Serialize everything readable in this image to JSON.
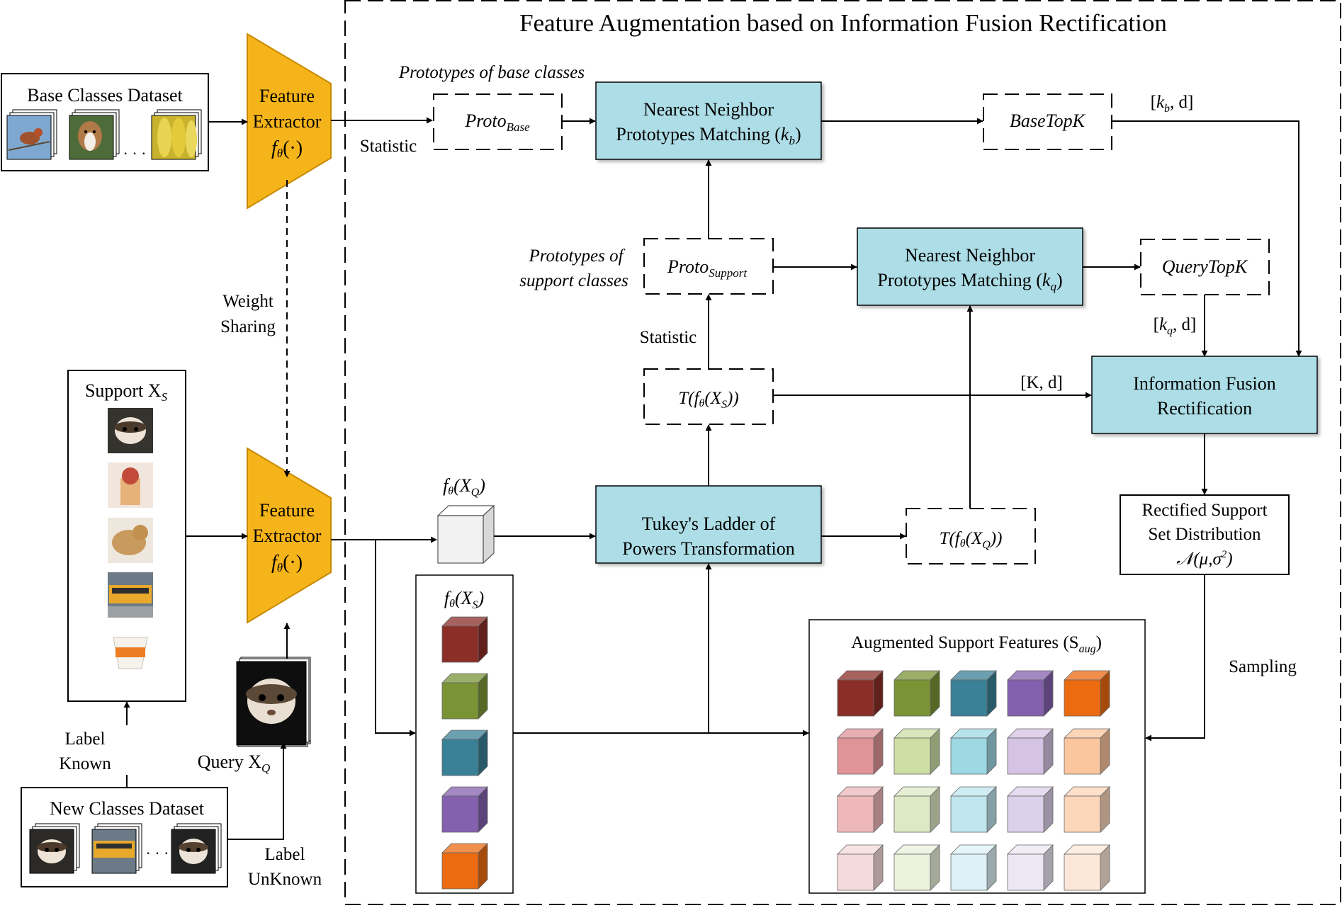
{
  "title": "Feature Augmentation based on Information Fusion Rectification",
  "base_dataset": {
    "label": "Base Classes Dataset",
    "ellipsis": "· · ·",
    "thumbnails": [
      "bird",
      "dog",
      "corn"
    ]
  },
  "extractor": {
    "line1": "Feature",
    "line2": "Extractor",
    "func": "f",
    "func_sub": "θ",
    "func_arg": "(·)"
  },
  "weight_sharing": [
    "Weight",
    "Sharing"
  ],
  "statistic": "Statistic",
  "prototypes_base_classes": "Prototypes of base classes",
  "prototypes_support_classes": [
    "Prototypes of",
    "support classes"
  ],
  "proto_base": {
    "main": "Proto",
    "sub": "Base"
  },
  "proto_support": {
    "main": "Proto",
    "sub": "Support"
  },
  "nn_base": {
    "line1": "Nearest Neighbor",
    "line2": "Prototypes Matching (",
    "k": "k",
    "k_sub": "b",
    "close": ")"
  },
  "nn_query": {
    "line1": "Nearest Neighbor",
    "line2": "Prototypes Matching (",
    "k": "k",
    "k_sub": "q",
    "close": ")"
  },
  "base_topk": "BaseTopK",
  "query_topk": "QueryTopK",
  "kb_d": {
    "open": "[",
    "k": "k",
    "sub": "b",
    "rest": ", d]"
  },
  "kq_d": {
    "open": "[",
    "k": "k",
    "sub": "q",
    "rest": ", d]"
  },
  "K_d": "[K, d]",
  "fusion": {
    "line1": "Information Fusion",
    "line2": "Rectification"
  },
  "t_support": {
    "pre": "T(f",
    "sub": "θ",
    "mid": "(X",
    "sub2": "S",
    "post": "))"
  },
  "t_query": {
    "pre": "T(f",
    "sub": "θ",
    "mid": "(X",
    "sub2": "Q",
    "post": "))"
  },
  "tukey": {
    "line1": "Tukey's Ladder of",
    "line2": "Powers Transformation"
  },
  "rectified": {
    "line1": "Rectified Support",
    "line2": "Set Distribution",
    "formula": "𝒩(μ,σ",
    "sup": "2",
    "close": ")"
  },
  "sampling": "Sampling",
  "support": {
    "label": "Support X",
    "sub": "S",
    "thumbnails": [
      "ferret",
      "dessert",
      "cat",
      "school-bus",
      "orange-bowl"
    ]
  },
  "query": {
    "label": "Query X",
    "sub": "Q",
    "thumbnail": "ferret"
  },
  "label_known": [
    "Label",
    "Known"
  ],
  "label_unknown": [
    "Label",
    "UnKnown"
  ],
  "new_dataset": {
    "label": "New Classes Dataset",
    "ellipsis": "· · ·",
    "thumbnails": [
      "ferret",
      "school-bus",
      "ferret"
    ]
  },
  "f_query": {
    "pre": "f",
    "sub": "θ",
    "mid": "(X",
    "sub2": "Q",
    "post": ")"
  },
  "f_support": {
    "pre": "f",
    "sub": "θ",
    "mid": "(X",
    "sub2": "S",
    "post": ")"
  },
  "augmented": {
    "label": "Augmented Support Features (S",
    "sub": "aug",
    "close": ")"
  },
  "colors": {
    "extractor": "#F5B41A",
    "process_box": "#ADDDE6",
    "class_colors": [
      "#8B2E28",
      "#7A9435",
      "#3A8097",
      "#8460AE",
      "#EC6A10"
    ],
    "light_rows": [
      [
        "#E09498",
        "#CEDFA6",
        "#9DD8E3",
        "#D4C3E2",
        "#FBC59D"
      ],
      [
        "#EEB8BA",
        "#DDE9C4",
        "#BFE5EE",
        "#DDD0EA",
        "#FCD6B8"
      ],
      [
        "#F5DADB",
        "#EAF2DC",
        "#DDF1F7",
        "#EDE7F4",
        "#FDE7D8"
      ]
    ]
  }
}
